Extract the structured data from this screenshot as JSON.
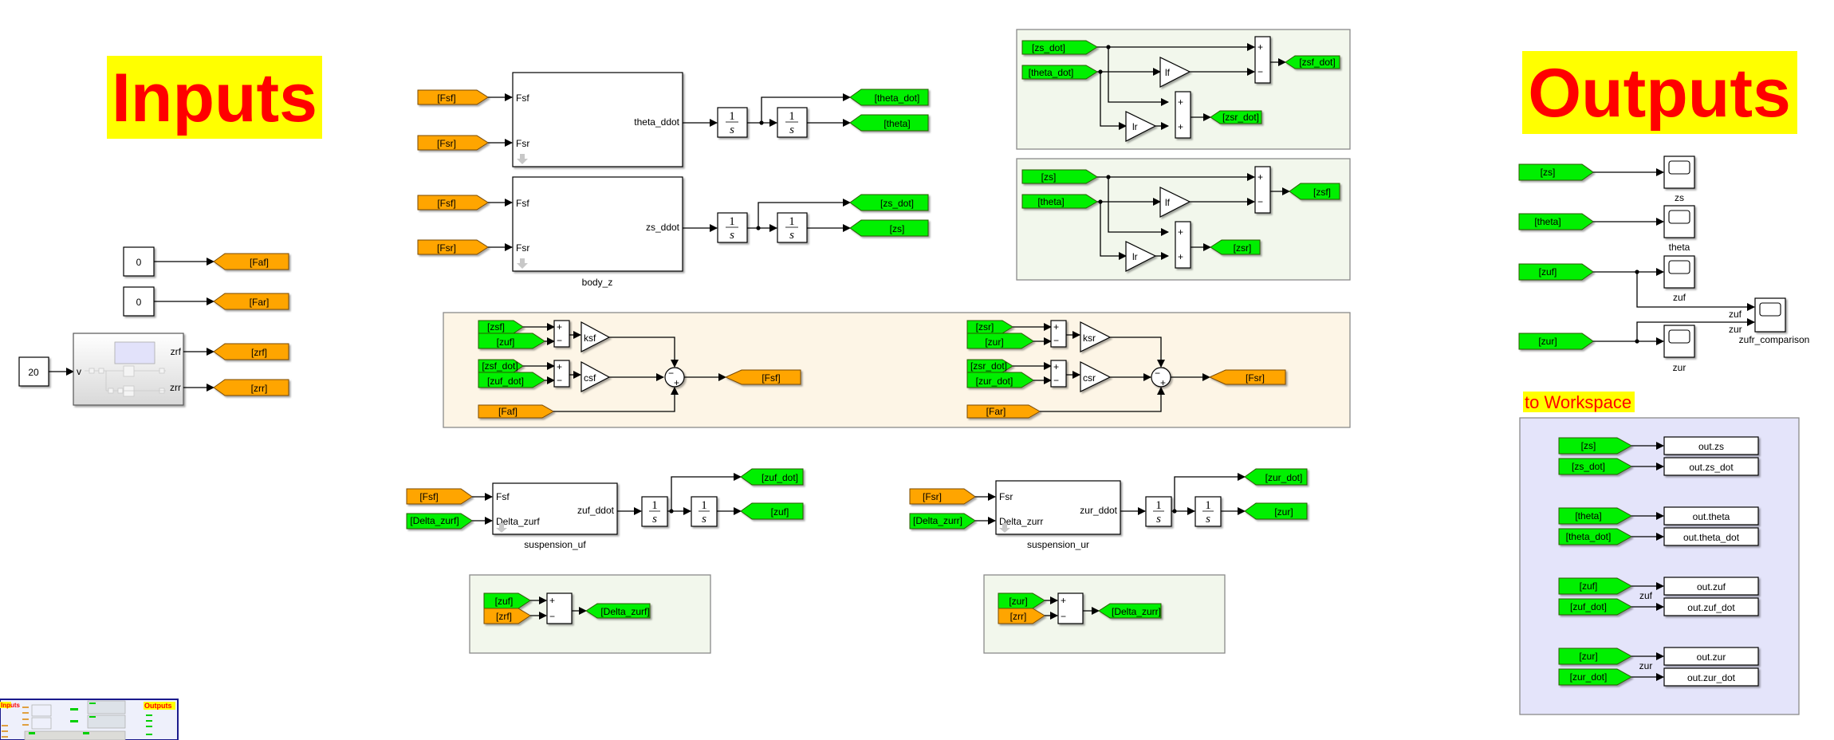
{
  "banners": {
    "inputs": "Inputs",
    "outputs": "Outputs",
    "to_workspace": "to Workspace"
  },
  "colors": {
    "goto_green": "#00f000",
    "goto_orange": "#ffa500",
    "banner_text": "#ff0000",
    "banner_bg": "#ffff00"
  },
  "inputs": {
    "const_faf": "0",
    "const_far": "0",
    "const_v": "20",
    "tag_faf": "[Faf]",
    "tag_far": "[Far]",
    "tag_zrf": "[zrf]",
    "tag_zrr": "[zrr]",
    "road_in_port": "v",
    "road_out_zrf": "zrf",
    "road_out_zrr": "zrr"
  },
  "body": {
    "theta": {
      "in1_tag": "[Fsf]",
      "in2_tag": "[Fsr]",
      "in1_port": "Fsf",
      "in2_port": "Fsr",
      "out_port": "theta_ddot",
      "out_dot_tag": "[theta_dot]",
      "out_tag": "[theta]"
    },
    "z": {
      "in1_tag": "[Fsf]",
      "in2_tag": "[Fsr]",
      "in1_port": "Fsf",
      "in2_port": "Fsr",
      "out_port": "zs_ddot",
      "out_dot_tag": "[zs_dot]",
      "out_tag": "[zs]",
      "name": "body_z"
    },
    "integrator": {
      "num": "1",
      "den": "s"
    }
  },
  "kin_vel": {
    "in1": "[zs_dot]",
    "in2": "[theta_dot]",
    "gain_f": "lf",
    "gain_r": "lr",
    "out_f": "[zsf_dot]",
    "out_r": "[zsr_dot]",
    "plus": "+",
    "minus": "−"
  },
  "kin_pos": {
    "in1": "[zs]",
    "in2": "[theta]",
    "gain_f": "lf",
    "gain_r": "lr",
    "out_f": "[zsf]",
    "out_r": "[zsr]"
  },
  "force_f": {
    "in_a": "[zsf]",
    "in_b": "[zuf]",
    "in_c": "[zsf_dot]",
    "in_d": "[zuf_dot]",
    "in_e": "[Faf]",
    "gain_k": "ksf",
    "gain_c": "csf",
    "out": "[Fsf]"
  },
  "force_r": {
    "in_a": "[zsr]",
    "in_b": "[zur]",
    "in_c": "[zsr_dot]",
    "in_d": "[zur_dot]",
    "in_e": "[Far]",
    "gain_k": "ksr",
    "gain_c": "csr",
    "out": "[Fsr]"
  },
  "susp_f": {
    "in1_tag": "[Fsf]",
    "in2_tag": "[Delta_zurf]",
    "in1_port": "Fsf",
    "in2_port": "Delta_zurf",
    "out_port": "zuf_ddot",
    "name": "suspension_uf",
    "out_dot_tag": "[zuf_dot]",
    "out_tag": "[zuf]"
  },
  "susp_r": {
    "in1_tag": "[Fsr]",
    "in2_tag": "[Delta_zurr]",
    "in1_port": "Fsr",
    "in2_port": "Delta_zurr",
    "out_port": "zur_ddot",
    "name": "suspension_ur",
    "out_dot_tag": "[zur_dot]",
    "out_tag": "[zur]"
  },
  "delta_f": {
    "in_a": "[zuf]",
    "in_b": "[zrf]",
    "out": "[Delta_zurf]"
  },
  "delta_r": {
    "in_a": "[zur]",
    "in_b": "[zrr]",
    "out": "[Delta_zurr]"
  },
  "scopes": {
    "zs_tag": "[zs]",
    "theta_tag": "[theta]",
    "zuf_tag": "[zuf]",
    "zur_tag": "[zur]",
    "zs_name": "zs",
    "theta_name": "theta",
    "zuf_name": "zuf",
    "zur_name": "zur",
    "cmp_name": "zufr_comparison",
    "cmp_sig1": "zuf",
    "cmp_sig2": "zur"
  },
  "workspace": {
    "rows": [
      {
        "tag": "[zs]",
        "var": "out.zs",
        "sig": ""
      },
      {
        "tag": "[zs_dot]",
        "var": "out.zs_dot",
        "sig": ""
      },
      {
        "tag": "[theta]",
        "var": "out.theta",
        "sig": ""
      },
      {
        "tag": "[theta_dot]",
        "var": "out.theta_dot",
        "sig": ""
      },
      {
        "tag": "[zuf]",
        "var": "out.zuf",
        "sig": "zuf"
      },
      {
        "tag": "[zuf_dot]",
        "var": "out.zuf_dot",
        "sig": ""
      },
      {
        "tag": "[zur]",
        "var": "out.zur",
        "sig": "zur"
      },
      {
        "tag": "[zur_dot]",
        "var": "out.zur_dot",
        "sig": ""
      }
    ]
  },
  "overview": {
    "inputs": "Inputs",
    "outputs": "Outputs"
  }
}
